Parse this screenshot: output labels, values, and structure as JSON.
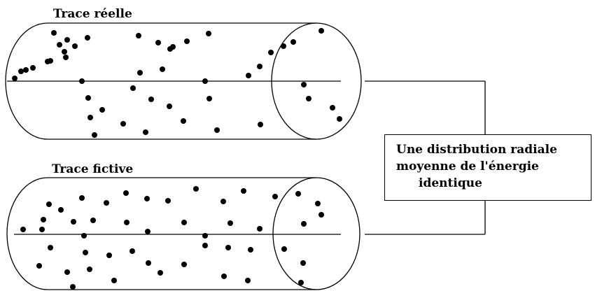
{
  "labels": {
    "real_trace": "Trace réelle",
    "fictive_trace": "Trace fictive"
  },
  "result_box": {
    "line1": "Une distribution radiale",
    "line2": "moyenne de l'énergie",
    "line3": "identique"
  },
  "colors": {
    "ink": "#000000",
    "background": "#ffffff"
  }
}
